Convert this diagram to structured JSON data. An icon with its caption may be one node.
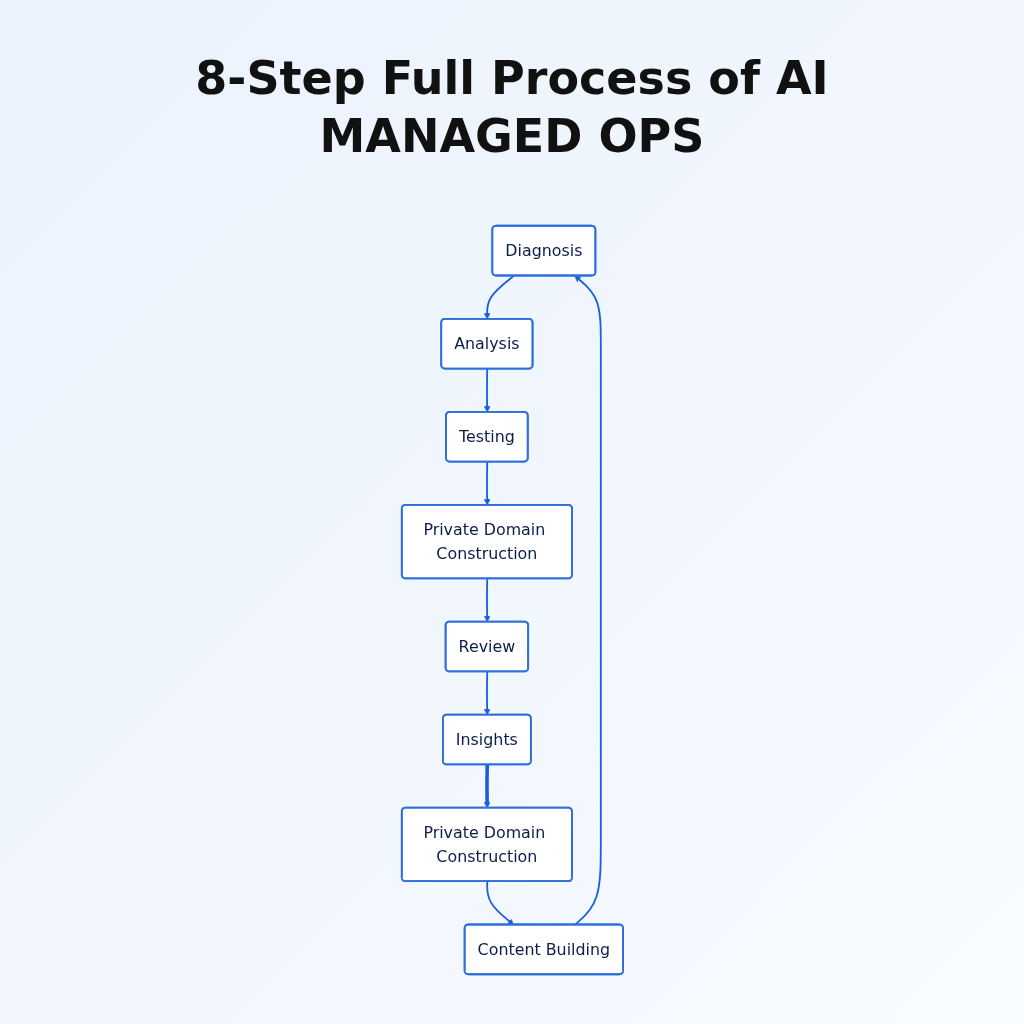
{
  "diagram": {
    "title": "8-Step Full Process of AI MANAGED OPS",
    "nodes": [
      {
        "text": [
          "Diagnosis"
        ]
      },
      {
        "text": [
          "Analysis"
        ]
      },
      {
        "text": [
          "Testing"
        ]
      },
      {
        "text": [
          "Private Domain Construction"
        ]
      },
      {
        "text": [
          "Review"
        ]
      },
      {
        "text": [
          "Insights"
        ]
      },
      {
        "text": [
          "Private Domain Construction"
        ]
      },
      {
        "text": [
          "Content Building"
        ]
      }
    ],
    "edges": [
      {
        "from": 0,
        "to": 1,
        "arrow": "to"
      },
      {
        "from": 1,
        "to": 2,
        "arrow": "to"
      },
      {
        "from": 2,
        "to": 3,
        "arrow": "to"
      },
      {
        "from": 3,
        "to": 4,
        "arrow": "to"
      },
      {
        "from": 4,
        "to": 5,
        "arrow": "to"
      },
      {
        "from": 5,
        "to": 6,
        "arrow": "to",
        "style": "thick"
      },
      {
        "from": 6,
        "to": 7,
        "arrow": "to"
      },
      {
        "from": 7,
        "to": 0,
        "arrow": "to"
      }
    ]
  }
}
